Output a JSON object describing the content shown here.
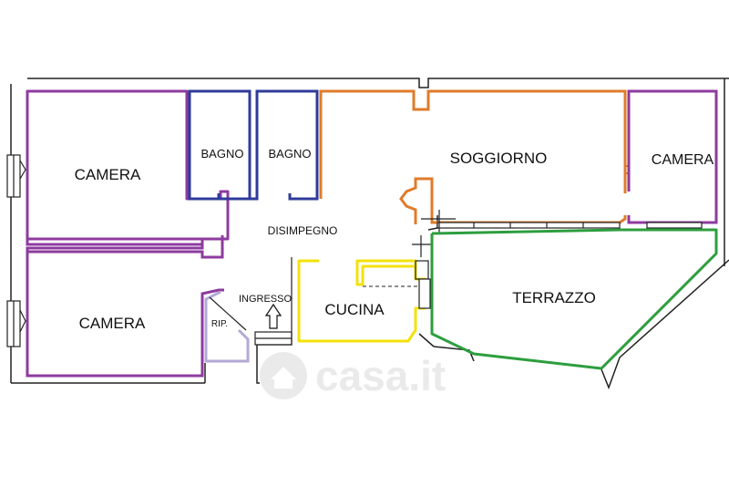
{
  "colors": {
    "camera": "#8e3b9f",
    "bagno": "#2f3b9a",
    "soggiorno": "#e07b2a",
    "cucina": "#f2e20a",
    "terrazzo": "#2d9e3e",
    "ripostiglio": "#b3a8d6",
    "wall": "#222222",
    "watermark": "#d9d9d9"
  },
  "rooms": {
    "camera_top_left": "CAMERA",
    "camera_bottom_left": "CAMERA",
    "camera_right": "CAMERA",
    "bagno_1": "BAGNO",
    "bagno_2": "BAGNO",
    "soggiorno": "SOGGIORNO",
    "disimpegno": "DISIMPEGNO",
    "ingresso": "INGRESSO",
    "ripostiglio": "RIP.",
    "cucina": "CUCINA",
    "terrazzo": "TERRAZZO"
  },
  "watermark": {
    "brand": "casa.it"
  },
  "icons": {
    "entrance_arrow": "up-arrow-icon",
    "watermark_logo": "house-icon"
  }
}
